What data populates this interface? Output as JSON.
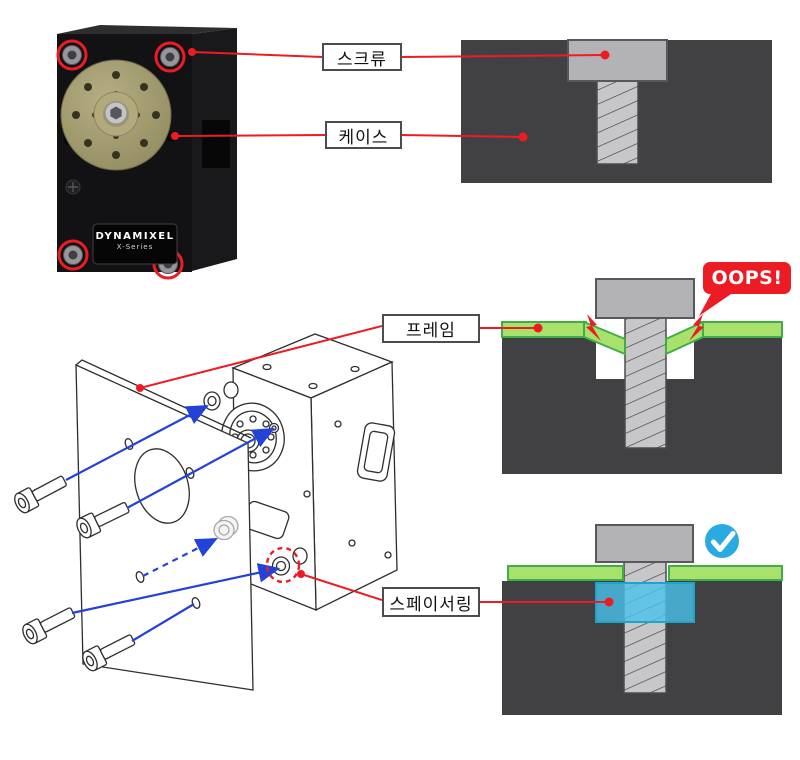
{
  "labels": {
    "screw": "스크류",
    "case": "케이스",
    "frame": "프레임",
    "spacer_ring": "스페이서링"
  },
  "badges": {
    "oops": "OOPS!"
  },
  "product": {
    "brand": "DYNAMIXEL",
    "series": "X-Series"
  },
  "colors": {
    "annotation_red": "#ed1c24",
    "insertion_blue": "#2342d8",
    "frame_green_fill": "#a8e16c",
    "frame_green_border": "#3fae4a",
    "case_dark_gray": "#414143",
    "screw_gray": "#b3b3b5",
    "spacer_cyan": "#49c2ec",
    "check_blue": "#29abe2",
    "horn_olive": "#a49c71"
  },
  "icons": {
    "check": "check-icon",
    "lightning": "lightning-bolt-icon",
    "insertion_arrow": "arrow-icon"
  }
}
